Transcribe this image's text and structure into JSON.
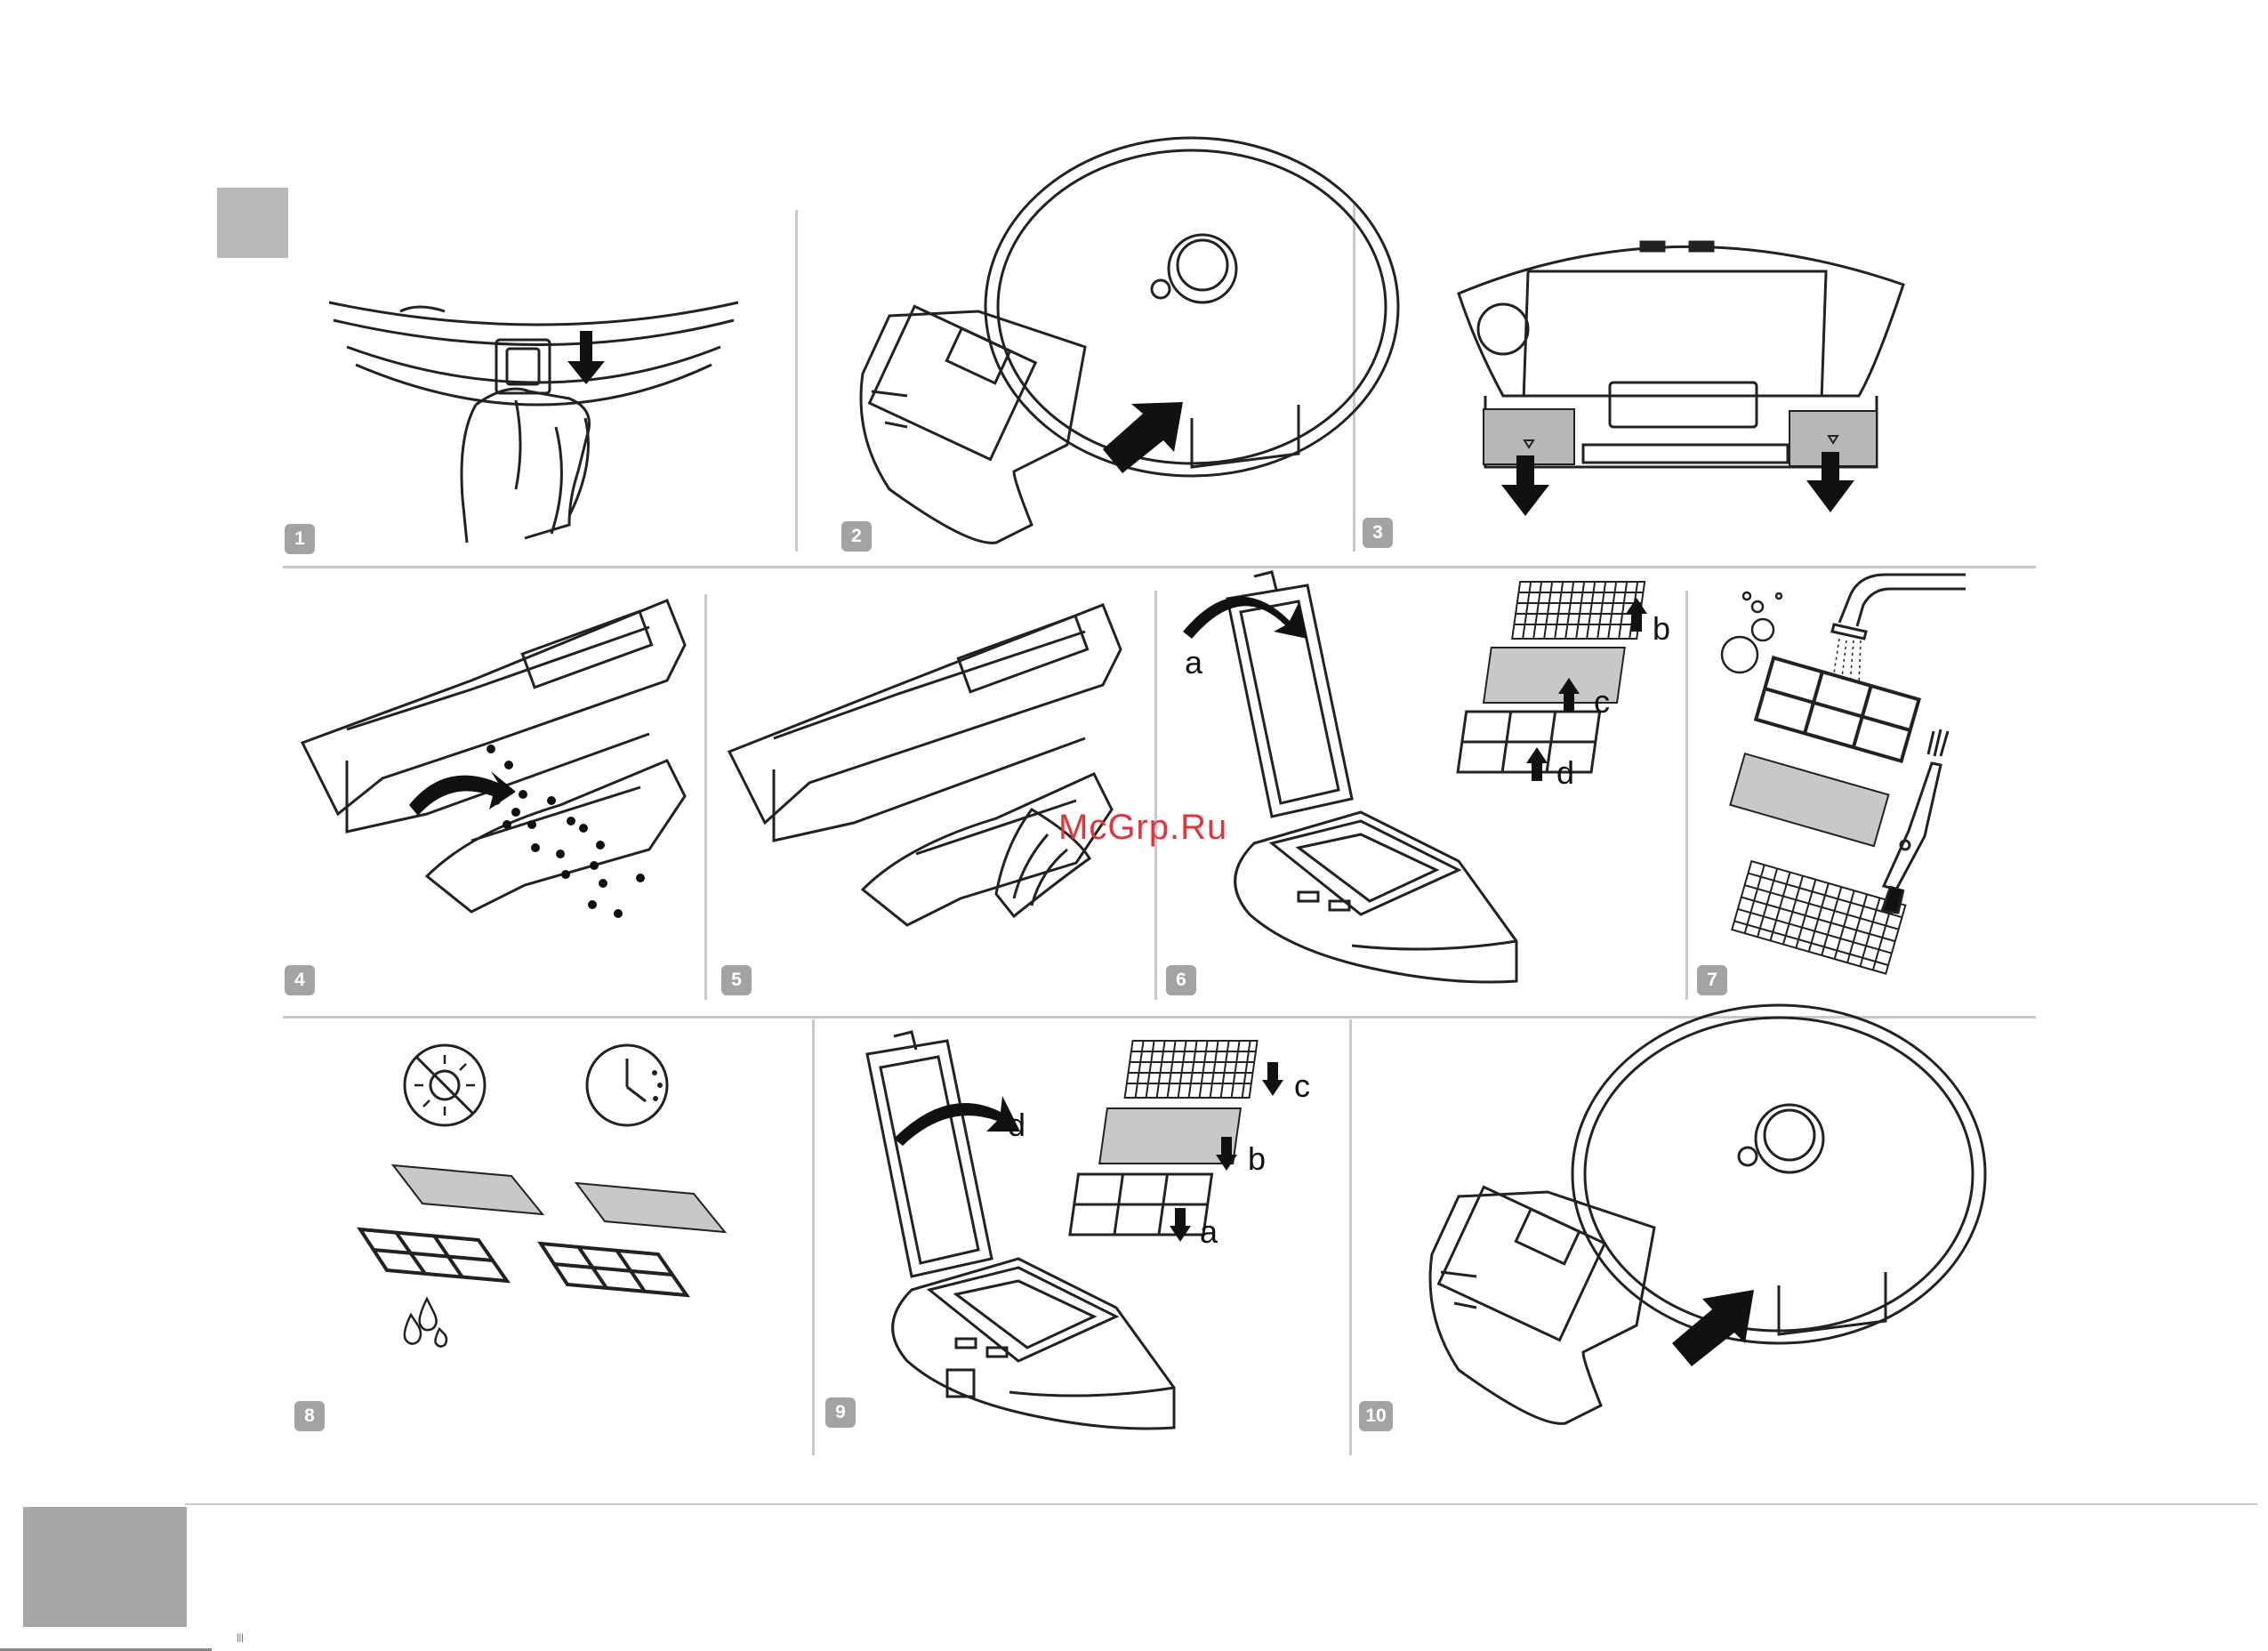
{
  "page": {
    "header_block": "",
    "footer_block": "",
    "watermark": "McGrp.Ru",
    "footer_tiny_text": "|||"
  },
  "steps": [
    {
      "number": "1",
      "illustration": "finger-pressing-release-button"
    },
    {
      "number": "2",
      "illustration": "remove-dustbin-from-robot"
    },
    {
      "number": "3",
      "illustration": "dustbin-bottom-tabs-pull-down"
    },
    {
      "number": "4",
      "illustration": "empty-dustbin-debris"
    },
    {
      "number": "5",
      "illustration": "wipe-dustbin-with-cloth"
    },
    {
      "number": "6",
      "illustration": "open-lid-remove-filters"
    },
    {
      "number": "7",
      "illustration": "wash-filters-brush"
    },
    {
      "number": "8",
      "illustration": "dry-filters-no-sun-wait"
    },
    {
      "number": "9",
      "illustration": "reinsert-filters-close-lid"
    },
    {
      "number": "10",
      "illustration": "reinsert-dustbin-into-robot"
    }
  ],
  "step6_labels": {
    "a": "a",
    "b": "b",
    "c": "c",
    "d": "d"
  },
  "step9_labels": {
    "a": "a",
    "b": "b",
    "c": "c",
    "d": "d"
  },
  "icons": {
    "no_sun": "no-direct-sunlight-icon",
    "clock": "wait-time-clock-icon",
    "bubbles": "soap-bubbles-icon",
    "faucet": "water-tap-icon",
    "brush": "cleaning-brush-icon",
    "drops": "water-drops-icon"
  }
}
